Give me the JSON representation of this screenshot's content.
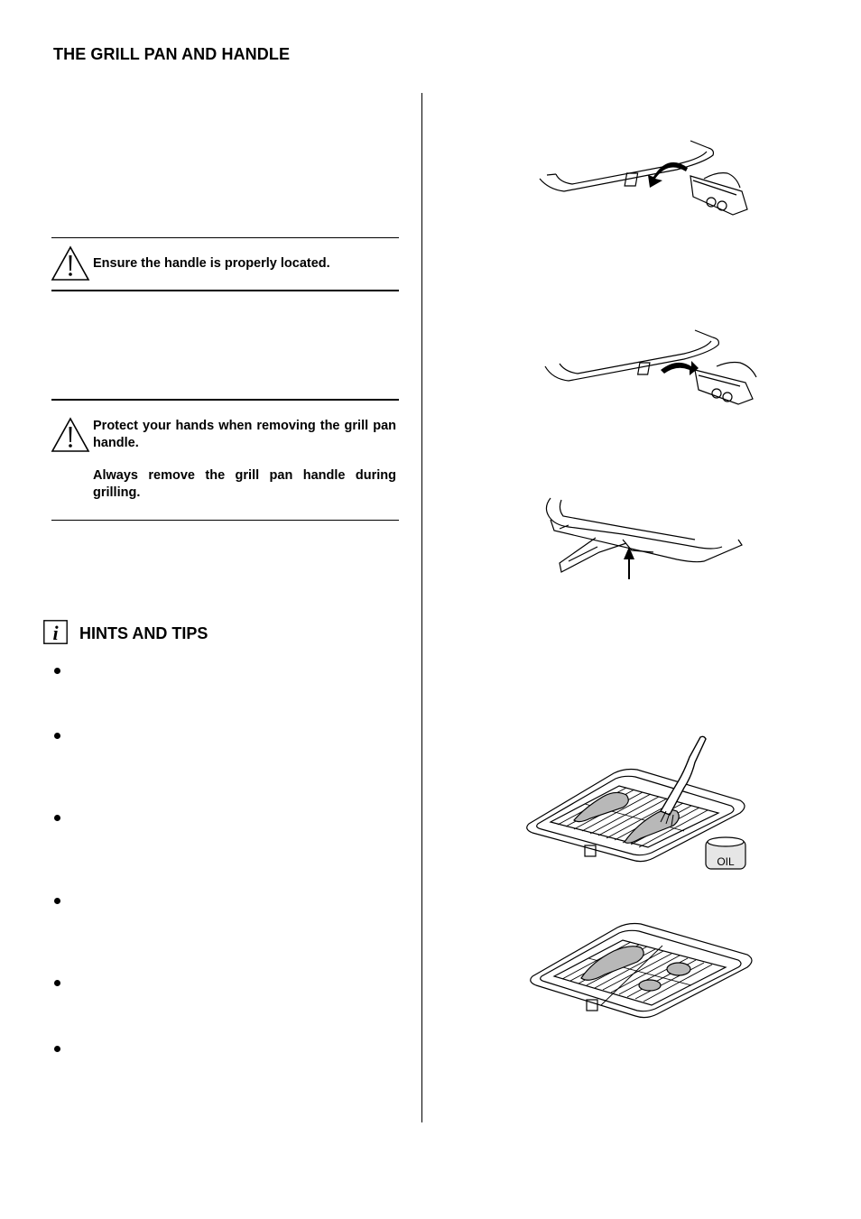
{
  "header": {
    "title": "THE GRILL PAN AND HANDLE"
  },
  "warnings": [
    {
      "icon": "warning-triangle-icon",
      "paragraphs": [
        "Ensure the handle is properly located."
      ]
    },
    {
      "icon": "warning-triangle-icon",
      "paragraphs": [
        "Protect your hands when removing the grill pan handle.",
        "Always remove the grill pan handle during grilling."
      ]
    }
  ],
  "hints": {
    "icon": "info-icon",
    "title": "HINTS AND TIPS",
    "bullet_count": 6
  },
  "illustrations": {
    "oil_label": "OIL"
  }
}
